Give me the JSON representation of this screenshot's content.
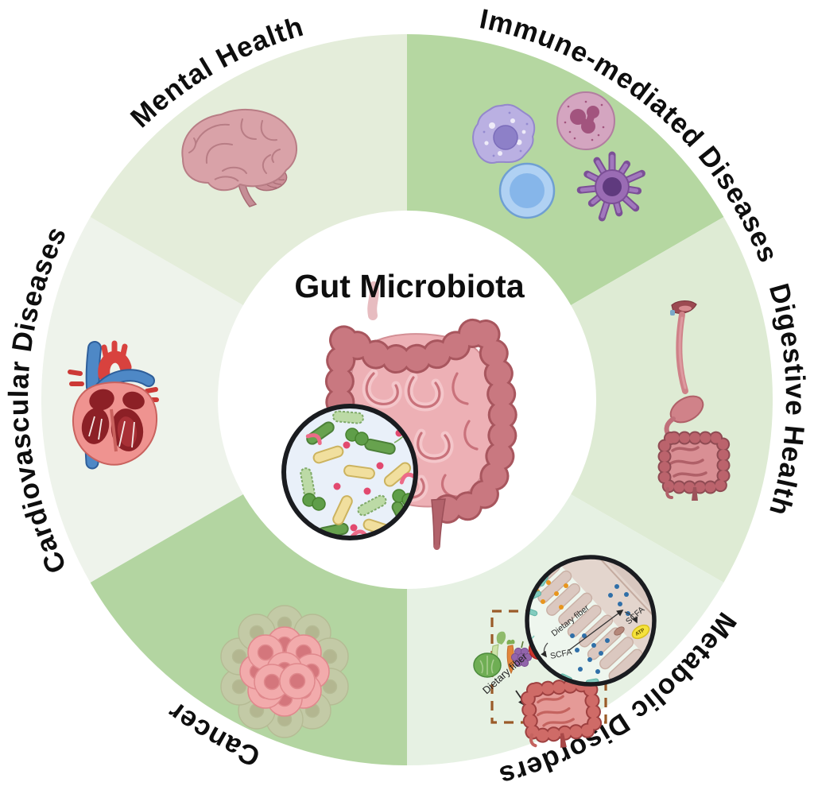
{
  "figure": {
    "title": "Gut Microbiota",
    "type": "circular-segmented-diagram",
    "center_icon": "intestine-with-bacteria-magnifier"
  },
  "segments": [
    {
      "id": "immune",
      "label": "Immune-mediated Diseases",
      "icon": "immune-cells-icon",
      "color": "#b5d7a1"
    },
    {
      "id": "digestive",
      "label": "Digestive Health",
      "icon": "digestive-tract-icon",
      "color": "#deebd4"
    },
    {
      "id": "metabolic",
      "label": "Metabolic Disorders",
      "icon": "metabolic-pathway-icon",
      "color": "#e6f1e3"
    },
    {
      "id": "cancer",
      "label": "Cancer",
      "icon": "tumor-icon",
      "color": "#b3d5a1"
    },
    {
      "id": "cardiovascular",
      "label": "Cardiovascular Diseases",
      "icon": "heart-icon",
      "color": "#eef3eb"
    },
    {
      "id": "mental",
      "label": "Mental Health",
      "icon": "brain-icon",
      "color": "#e4edda"
    }
  ],
  "metabolic_detail": {
    "food_label": "Dietary fiber",
    "inset": {
      "dietary_fiber_label": "Dietary fiber",
      "scfa_label": "SCFA",
      "scfa_absorbed_label": "SCFA",
      "atp_label": "ATP"
    }
  },
  "colors": {
    "center_circle": "#ffffff",
    "magnifier_background": "#e9f0f9",
    "inset_background": "#eef6ee",
    "dashed_box": "#9a5a28"
  }
}
